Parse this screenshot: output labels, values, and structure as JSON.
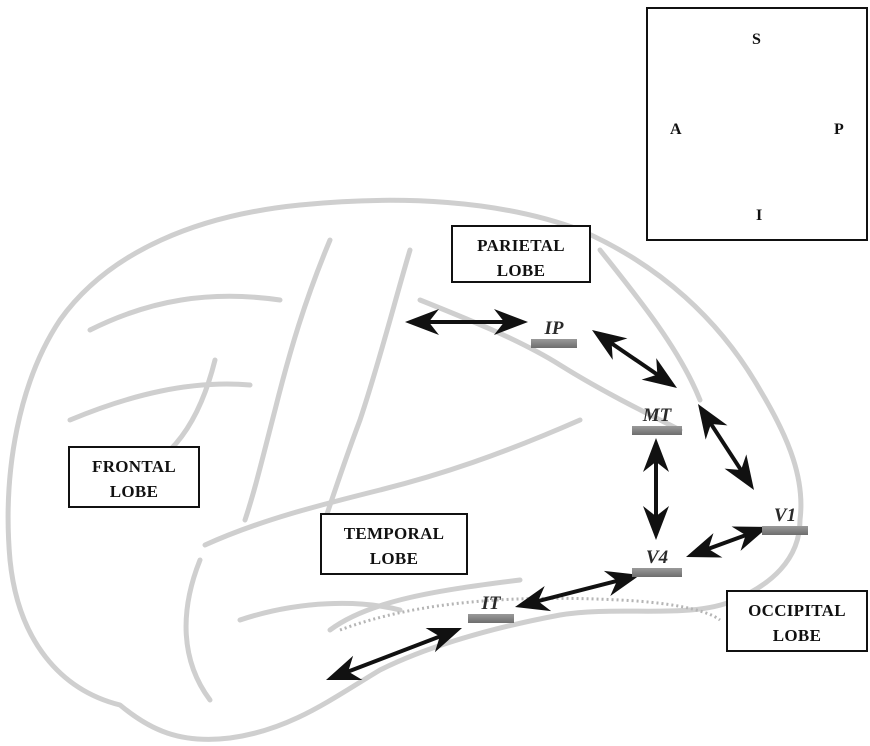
{
  "compass": {
    "superior": "S",
    "inferior": "I",
    "anterior": "A",
    "posterior": "P"
  },
  "lobes": {
    "parietal": [
      "PARIETAL",
      "LOBE"
    ],
    "frontal": [
      "FRONTAL",
      "LOBE"
    ],
    "temporal": [
      "TEMPORAL",
      "LOBE"
    ],
    "occipital": [
      "OCCIPITAL",
      "LOBE"
    ]
  },
  "areas": {
    "ip": "IP",
    "mt": "MT",
    "v1": "V1",
    "v4": "V4",
    "it": "IT"
  },
  "colors": {
    "outline": "#c8c8c8",
    "arrow": "#111111",
    "area_bar": "#8a8a8a"
  }
}
